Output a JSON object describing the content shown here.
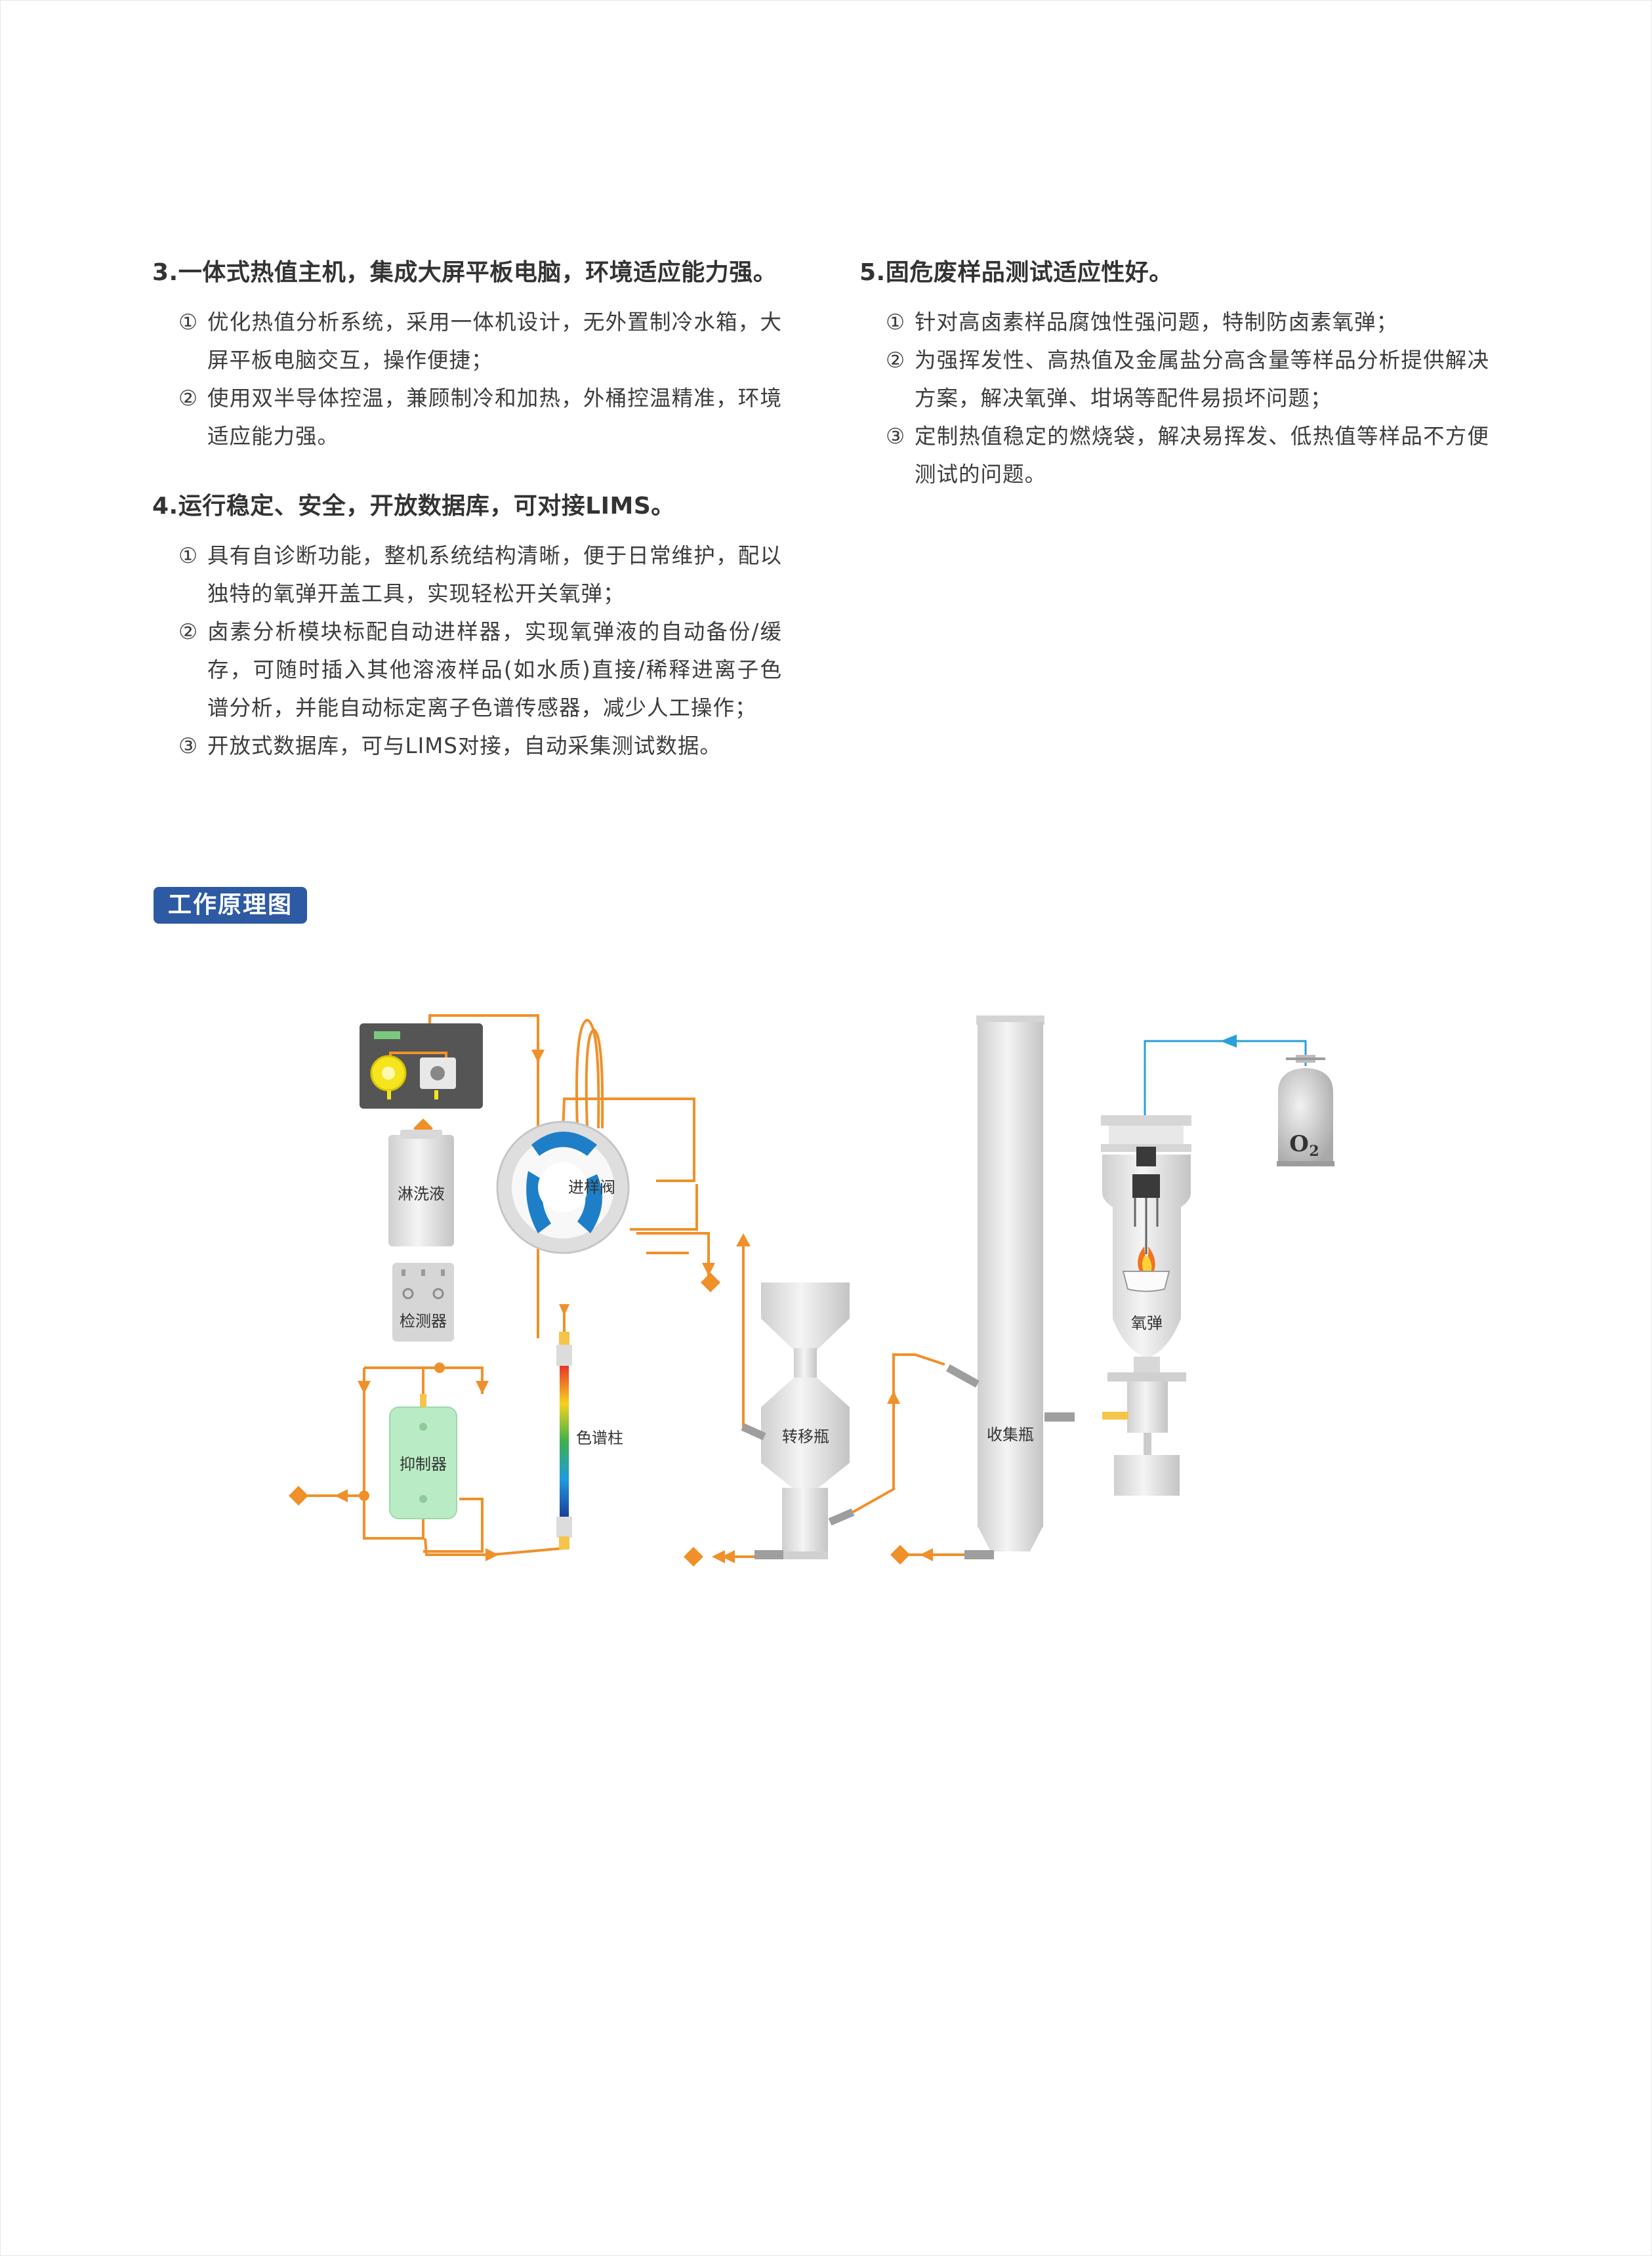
{
  "sections": [
    {
      "title": "3.一体式热值主机，集成大屏平板电脑，环境适应能力强。",
      "items": [
        {
          "num": "①",
          "text": "优化热值分析系统，采用一体机设计，无外置制冷水箱，大屏平板电脑交互，操作便捷；"
        },
        {
          "num": "②",
          "text": "使用双半导体控温，兼顾制冷和加热，外桶控温精准，环境适应能力强。"
        }
      ]
    },
    {
      "title": "4.运行稳定、安全，开放数据库，可对接LIMS。",
      "items": [
        {
          "num": "①",
          "text": "具有自诊断功能，整机系统结构清晰，便于日常维护，配以独特的氧弹开盖工具，实现轻松开关氧弹；"
        },
        {
          "num": "②",
          "text": "卤素分析模块标配自动进样器，实现氧弹液的自动备份/缓存，可随时插入其他溶液样品(如水质)直接/稀释进离子色谱分析，并能自动标定离子色谱传感器，减少人工操作；"
        },
        {
          "num": "③",
          "text": "开放式数据库，可与LIMS对接，自动采集测试数据。"
        }
      ]
    },
    {
      "title": "5.固危废样品测试适应性好。",
      "items": [
        {
          "num": "①",
          "text": "针对高卤素样品腐蚀性强问题，特制防卤素氧弹；"
        },
        {
          "num": "②",
          "text": "为强挥发性、高热值及金属盐分高含量等样品分析提供解决方案，解决氧弹、坩埚等配件易损坏问题；"
        },
        {
          "num": "③",
          "text": "定制热值稳定的燃烧袋，解决易挥发、低热值等样品不方便测试的问题。"
        }
      ]
    }
  ],
  "diagram": {
    "title": "工作原理图",
    "labels": {
      "eluent": "淋洗液",
      "detector": "检测器",
      "suppressor": "抑制器",
      "valve": "进样阀",
      "column": "色谱柱",
      "transfer": "转移瓶",
      "collector": "收集瓶",
      "bomb": "氧弹",
      "o2": "O",
      "o2_sub": "2"
    },
    "colors": {
      "pipe": "#f0902a",
      "oxygen_line": "#2a9fd8",
      "badge": "#2d5aa3",
      "valve_blue": "#1e7fc8",
      "suppressor": "#b9ecc4"
    }
  }
}
